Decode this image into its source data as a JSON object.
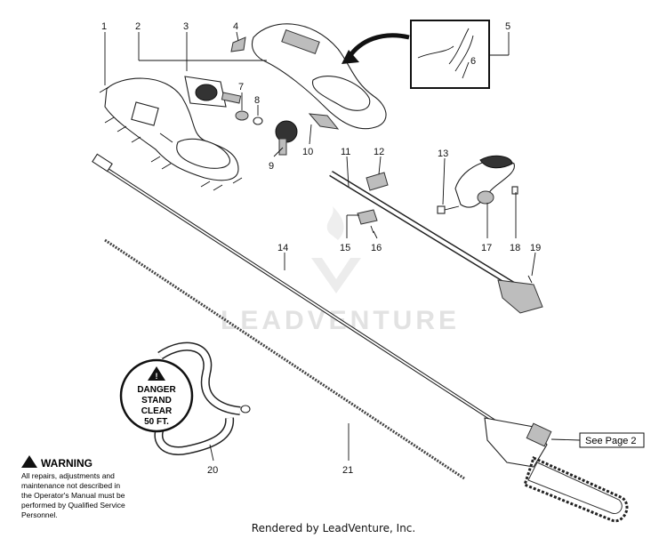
{
  "callouts": [
    {
      "id": "1",
      "label": "1"
    },
    {
      "id": "2",
      "label": "2"
    },
    {
      "id": "3",
      "label": "3"
    },
    {
      "id": "4",
      "label": "4"
    },
    {
      "id": "5",
      "label": "5"
    },
    {
      "id": "6",
      "label": "6"
    },
    {
      "id": "7",
      "label": "7"
    },
    {
      "id": "8",
      "label": "8"
    },
    {
      "id": "9",
      "label": "9"
    },
    {
      "id": "10",
      "label": "10"
    },
    {
      "id": "11",
      "label": "11"
    },
    {
      "id": "12",
      "label": "12"
    },
    {
      "id": "13",
      "label": "13"
    },
    {
      "id": "14",
      "label": "14"
    },
    {
      "id": "15",
      "label": "15"
    },
    {
      "id": "16",
      "label": "16"
    },
    {
      "id": "17",
      "label": "17"
    },
    {
      "id": "18",
      "label": "18"
    },
    {
      "id": "19",
      "label": "19"
    },
    {
      "id": "20",
      "label": "20"
    },
    {
      "id": "21",
      "label": "21"
    }
  ],
  "danger_label": {
    "line1": "DANGER",
    "line2": "STAND",
    "line3": "CLEAR",
    "line4": "50 FT."
  },
  "warning": {
    "title": "WARNING",
    "lines": [
      "All repairs, adjustments and",
      "maintenance not described in",
      "the Operator's Manual must be",
      "performed by Qualified Service",
      "Personnel."
    ]
  },
  "see_page": "See Page 2",
  "watermark": "LEADVENTURE",
  "footer": "Rendered by LeadVenture, Inc."
}
